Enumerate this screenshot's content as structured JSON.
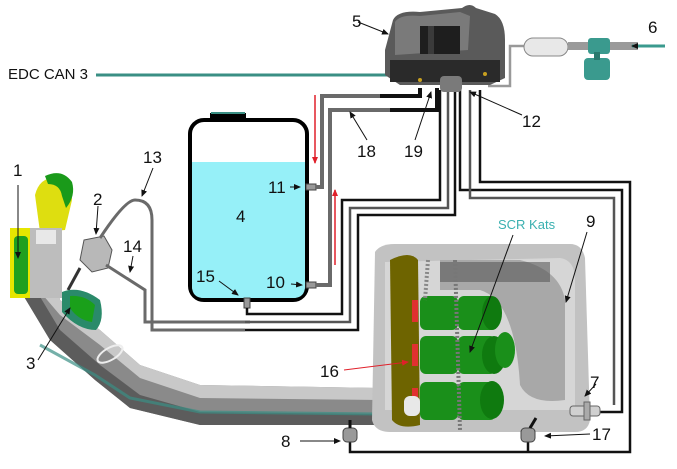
{
  "diagram": {
    "title": "SCR exhaust aftertreatment system schematic",
    "colors": {
      "can_line": "#3a8f84",
      "adblue": "#96f0f8",
      "hose_dark": "#111111",
      "hose_gray": "#6a6a6a",
      "flow_arrow": "#e0202a",
      "catalyst_green": "#149a14",
      "pipe_gray": "#9a9a9a",
      "air_arrow": "#3a9a8e",
      "scr_label": "#3ab0b0"
    },
    "text_labels": {
      "can_bus": "EDC CAN 3",
      "scr_cats": "SCR Kats"
    },
    "callouts": [
      {
        "id": "1",
        "component": "turbo-intake-sensor"
      },
      {
        "id": "2",
        "component": "dosing-valve"
      },
      {
        "id": "3",
        "component": "injection-nozzle"
      },
      {
        "id": "4",
        "component": "adblue-tank"
      },
      {
        "id": "5",
        "component": "dosing-control-unit"
      },
      {
        "id": "6",
        "component": "compressed-air-supply"
      },
      {
        "id": "7",
        "component": "exhaust-sensor"
      },
      {
        "id": "8",
        "component": "temperature-sensor-inlet"
      },
      {
        "id": "9",
        "component": "silencer-housing"
      },
      {
        "id": "10",
        "component": "tank-supply-port"
      },
      {
        "id": "11",
        "component": "tank-return-port"
      },
      {
        "id": "12",
        "component": "pump-module"
      },
      {
        "id": "13",
        "component": "air-line"
      },
      {
        "id": "14",
        "component": "adblue-line"
      },
      {
        "id": "15",
        "component": "tank-drain"
      },
      {
        "id": "16",
        "component": "catalyst-inlet"
      },
      {
        "id": "17",
        "component": "temperature-sensor-outlet"
      },
      {
        "id": "18",
        "component": "return-line"
      },
      {
        "id": "19",
        "component": "supply-line"
      }
    ]
  }
}
